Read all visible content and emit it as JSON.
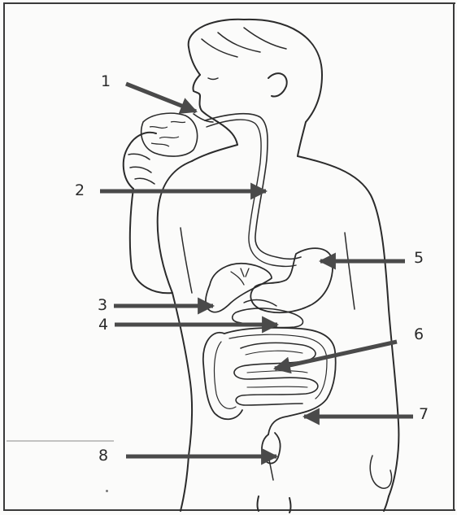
{
  "colors": {
    "ink": "#2b2b2b",
    "arrow": "#4a4a4a",
    "paper": "#fbfbfa"
  },
  "callouts": [
    {
      "id": "1",
      "label": "1"
    },
    {
      "id": "2",
      "label": "2"
    },
    {
      "id": "3",
      "label": "3"
    },
    {
      "id": "4",
      "label": "4"
    },
    {
      "id": "5",
      "label": "5"
    },
    {
      "id": "6",
      "label": "6"
    },
    {
      "id": "7",
      "label": "7"
    },
    {
      "id": "8",
      "label": "8"
    }
  ]
}
